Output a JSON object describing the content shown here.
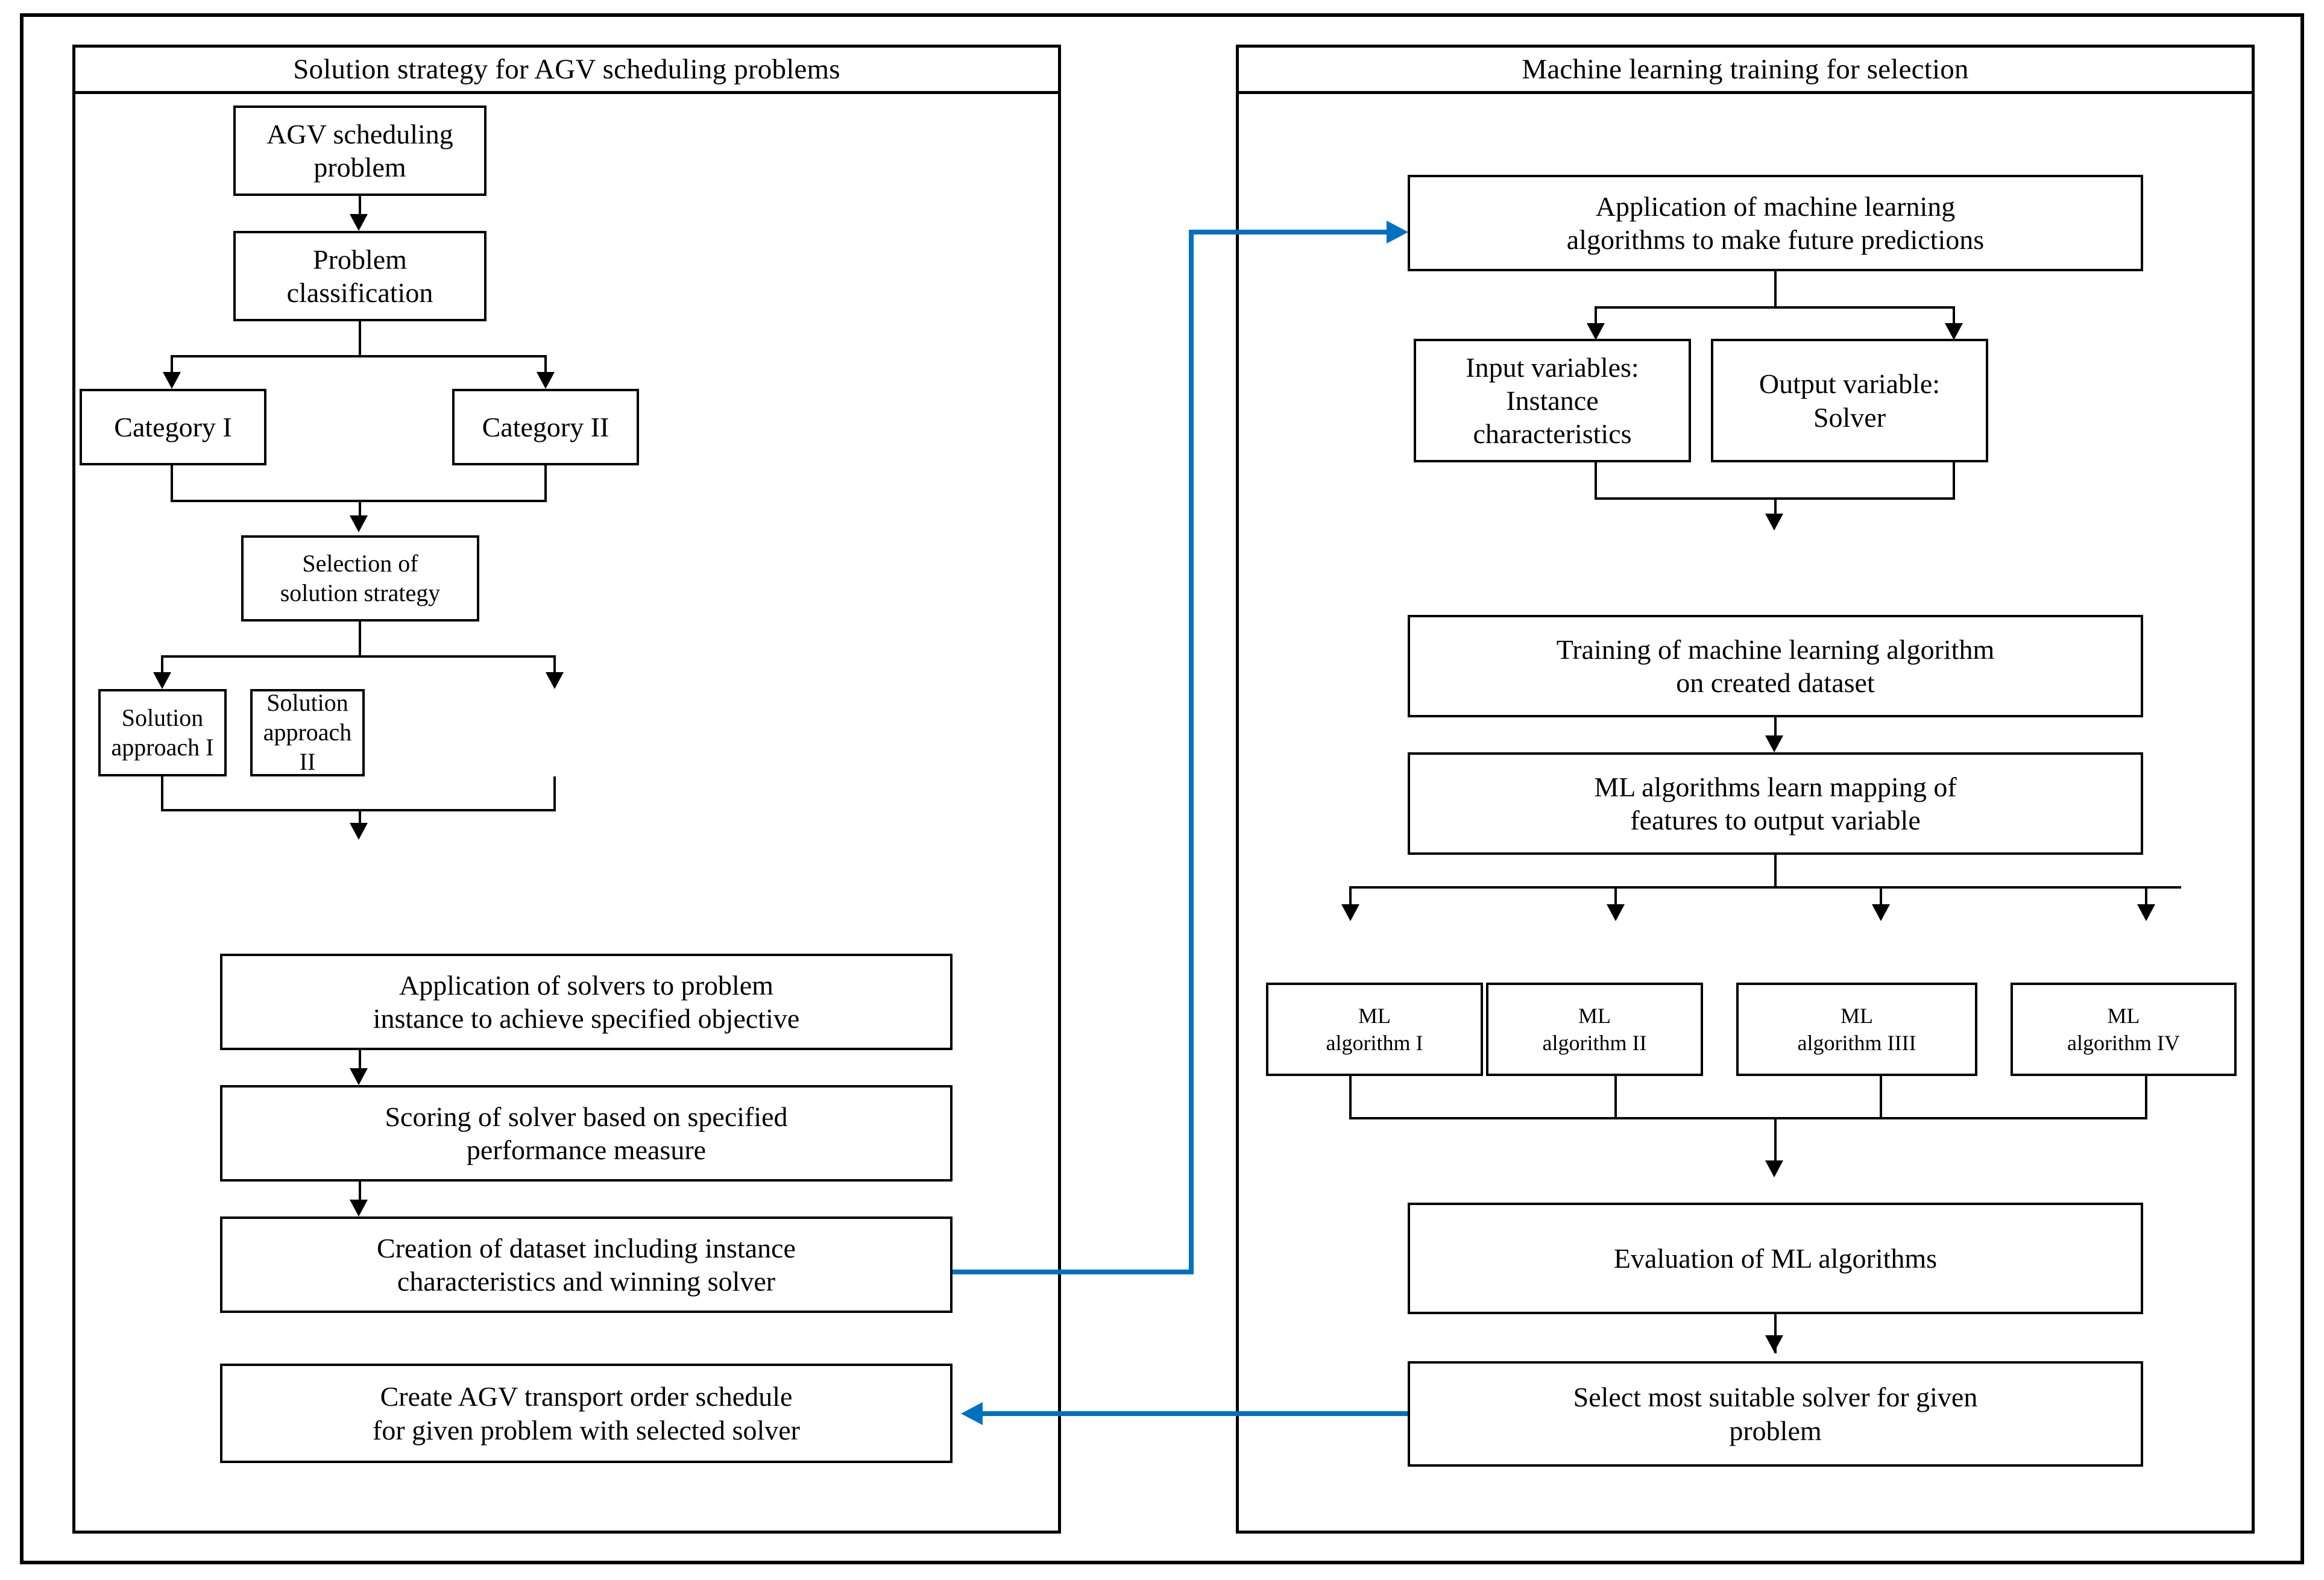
{
  "diagram": {
    "type": "flowchart",
    "panels": [
      {
        "id": "left",
        "title": "Solution strategy for AGV scheduling problems",
        "nodes": [
          {
            "id": "agv-problem",
            "label": "AGV scheduling\nproblem"
          },
          {
            "id": "problem-classification",
            "label": "Problem\nclassification"
          },
          {
            "id": "category-1",
            "label": "Category I"
          },
          {
            "id": "category-2",
            "label": "Category II"
          },
          {
            "id": "selection-strategy",
            "label": "Selection of\nsolution strategy"
          },
          {
            "id": "solution-approach-1",
            "label": "Solution\napproach I"
          },
          {
            "id": "solution-approach-2",
            "label": "Solution\napproach II"
          },
          {
            "id": "application-solvers",
            "label": "Application of solvers to problem\ninstance to achieve specified objective"
          },
          {
            "id": "scoring-solver",
            "label": "Scoring of solver based on specified\nperformance measure"
          },
          {
            "id": "creation-dataset",
            "label": "Creation of dataset including instance\ncharacteristics and winning solver"
          },
          {
            "id": "create-schedule",
            "label": "Create AGV transport order schedule\nfor given problem with selected solver"
          }
        ]
      },
      {
        "id": "right",
        "title": "Machine learning training for selection",
        "nodes": [
          {
            "id": "application-ml",
            "label": "Application of machine learning\nalgorithms to make future predictions"
          },
          {
            "id": "input-variables",
            "label": "Input variables:\nInstance\ncharacteristics"
          },
          {
            "id": "output-variable",
            "label": "Output variable:\nSolver"
          },
          {
            "id": "training-ml",
            "label": "Training of machine learning algorithm\non created dataset"
          },
          {
            "id": "ml-learn-mapping",
            "label": "ML algorithms learn mapping of\nfeatures to output variable"
          },
          {
            "id": "ml-algorithm-1",
            "label": "ML\nalgorithm I"
          },
          {
            "id": "ml-algorithm-2",
            "label": "ML\nalgorithm II"
          },
          {
            "id": "ml-algorithm-3",
            "label": "ML\nalgorithm IIII"
          },
          {
            "id": "ml-algorithm-4",
            "label": "ML\nalgorithm IV"
          },
          {
            "id": "evaluation-ml",
            "label": "Evaluation of ML algorithms"
          },
          {
            "id": "select-solver",
            "label": "Select most suitable solver for given\nproblem"
          }
        ]
      }
    ],
    "cross_links": [
      {
        "id": "dataset-to-ml",
        "from": "creation-dataset",
        "to": "application-ml",
        "color": "#0070C0",
        "direction": "right"
      },
      {
        "id": "solver-to-schedule",
        "from": "select-solver",
        "to": "create-schedule",
        "color": "#0070C0",
        "direction": "left"
      }
    ],
    "colors": {
      "line": "#000000",
      "link": "#0070C0",
      "background": "#FFFFFF"
    }
  }
}
